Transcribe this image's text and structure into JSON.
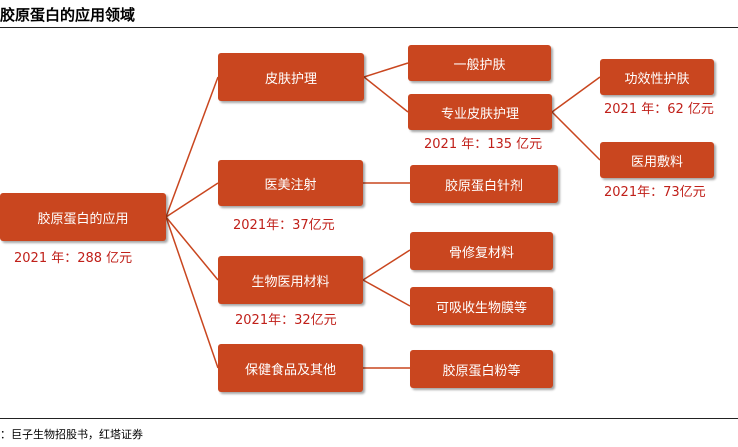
{
  "title": "胶原蛋白的应用领域",
  "source": "：巨子生物招股书，红塔证券",
  "root": {
    "label": "胶原蛋白的应用",
    "value": "2021 年：288 亿元"
  },
  "branches": [
    {
      "label": "皮肤护理"
    },
    {
      "label": "医美注射",
      "value": "2021年：37亿元"
    },
    {
      "label": "生物医用材料",
      "value": "2021年：32亿元"
    },
    {
      "label": "保健食品及其他"
    }
  ],
  "leaves": {
    "general_skin": "一般护肤",
    "pro_skin": {
      "label": "专业皮肤护理",
      "value": "2021 年：135 亿元"
    },
    "functional": {
      "label": "功效性护肤",
      "value": "2021 年：62 亿元"
    },
    "medical_dressing": {
      "label": "医用敷料",
      "value": "2021年：73亿元"
    },
    "collagen_agent": "胶原蛋白针剂",
    "bone_repair": "骨修复材料",
    "absorbable_membrane": "可吸收生物膜等",
    "collagen_powder": "胶原蛋白粉等"
  },
  "colors": {
    "box": "#c9461f",
    "value_text": "#c0201a",
    "connector": "#c9461f"
  }
}
